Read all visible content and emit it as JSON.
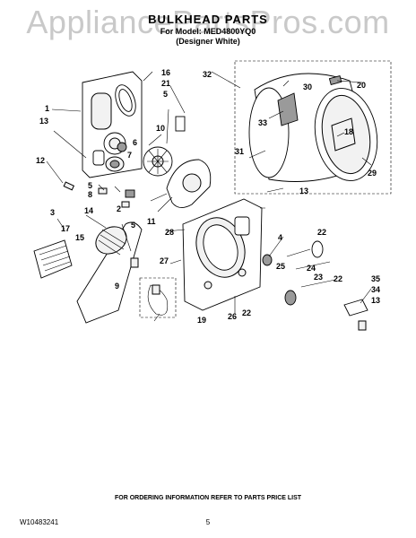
{
  "watermark": "AppliancePartsPros.com",
  "header": {
    "title": "BULKHEAD PARTS",
    "model_line": "For Model: MED4800YQ0",
    "variant_line": "(Designer White)"
  },
  "callouts": [
    "1",
    "13",
    "16",
    "21",
    "5",
    "6",
    "10",
    "7",
    "12",
    "5",
    "8",
    "2",
    "11",
    "32",
    "30",
    "20",
    "33",
    "18",
    "31",
    "29",
    "13",
    "4",
    "14",
    "17",
    "15",
    "5",
    "9",
    "28",
    "27",
    "3",
    "22",
    "25",
    "24",
    "23",
    "22",
    "35",
    "34",
    "13",
    "19",
    "26",
    "22"
  ],
  "footer": {
    "ordering_note": "FOR ORDERING INFORMATION REFER TO PARTS PRICE LIST",
    "document_number": "W10483241",
    "page_number": "5"
  }
}
